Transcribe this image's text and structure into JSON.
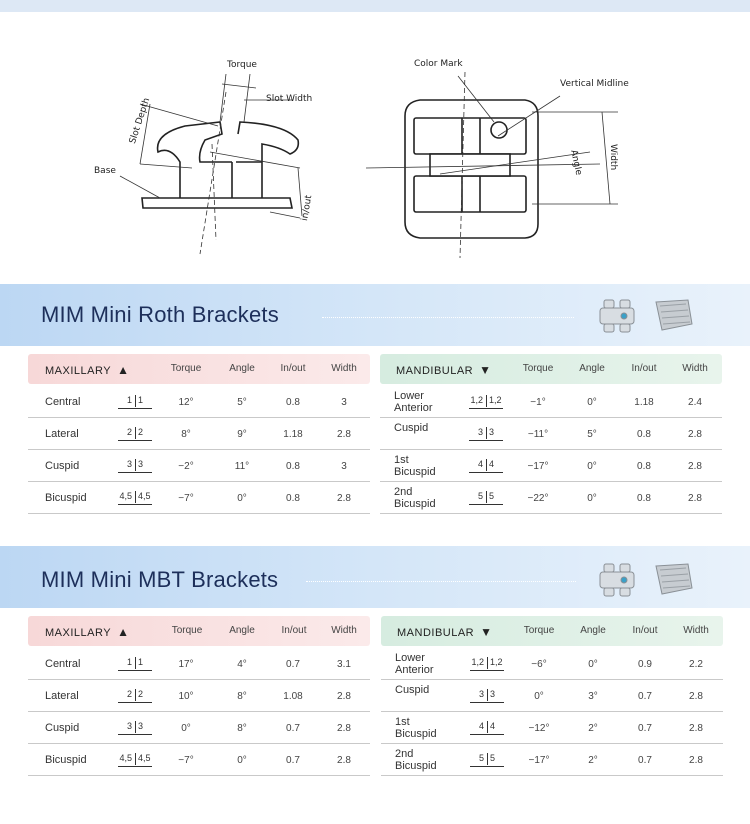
{
  "diagram_left": {
    "labels": {
      "torque": "Torque",
      "slot_width": "Slot Width",
      "slot_depth": "Slot Depth",
      "base": "Base",
      "in_out": "in/out"
    }
  },
  "diagram_right": {
    "labels": {
      "color_mark": "Color Mark",
      "vertical_midline": "Vertical Midline",
      "angle": "Angle",
      "width": "Width"
    }
  },
  "sections": [
    {
      "title": "MIM Mini Roth Brackets",
      "maxillary": {
        "title": "MAXILLARY",
        "columns": [
          "Torque",
          "Angle",
          "In/out",
          "Width"
        ],
        "rows": [
          {
            "name": "Central",
            "tooth_l": "1",
            "tooth_r": "1",
            "torque": "12°",
            "angle": "5°",
            "inout": "0.8",
            "width": "3"
          },
          {
            "name": "Lateral",
            "tooth_l": "2",
            "tooth_r": "2",
            "torque": "8°",
            "angle": "9°",
            "inout": "1.18",
            "width": "2.8"
          },
          {
            "name": "Cuspid",
            "tooth_l": "3",
            "tooth_r": "3",
            "torque": "−2°",
            "angle": "11°",
            "inout": "0.8",
            "width": "3"
          },
          {
            "name": "Bicuspid",
            "tooth_l": "4,5",
            "tooth_r": "4,5",
            "torque": "−7°",
            "angle": "0°",
            "inout": "0.8",
            "width": "2.8"
          }
        ]
      },
      "mandibular": {
        "title": "MANDIBULAR",
        "columns": [
          "Torque",
          "Angle",
          "In/out",
          "Width"
        ],
        "rows": [
          {
            "name1": "Lower",
            "name2": "Anterior",
            "tooth_l": "1,2",
            "tooth_r": "1,2",
            "torque": "−1°",
            "angle": "0°",
            "inout": "1.18",
            "width": "2.4"
          },
          {
            "name1": "Cuspid",
            "name2": "",
            "tooth_l": "3",
            "tooth_r": "3",
            "torque": "−11°",
            "angle": "5°",
            "inout": "0.8",
            "width": "2.8"
          },
          {
            "name1": "1st",
            "name2": "Bicuspid",
            "tooth_l": "4",
            "tooth_r": "4",
            "torque": "−17°",
            "angle": "0°",
            "inout": "0.8",
            "width": "2.8"
          },
          {
            "name1": "2nd",
            "name2": "Bicuspid",
            "tooth_l": "5",
            "tooth_r": "5",
            "torque": "−22°",
            "angle": "0°",
            "inout": "0.8",
            "width": "2.8"
          }
        ]
      }
    },
    {
      "title": "MIM Mini MBT Brackets",
      "maxillary": {
        "title": "MAXILLARY",
        "columns": [
          "Torque",
          "Angle",
          "In/out",
          "Width"
        ],
        "rows": [
          {
            "name": "Central",
            "tooth_l": "1",
            "tooth_r": "1",
            "torque": "17°",
            "angle": "4°",
            "inout": "0.7",
            "width": "3.1"
          },
          {
            "name": "Lateral",
            "tooth_l": "2",
            "tooth_r": "2",
            "torque": "10°",
            "angle": "8°",
            "inout": "1.08",
            "width": "2.8"
          },
          {
            "name": "Cuspid",
            "tooth_l": "3",
            "tooth_r": "3",
            "torque": "0°",
            "angle": "8°",
            "inout": "0.7",
            "width": "2.8"
          },
          {
            "name": "Bicuspid",
            "tooth_l": "4,5",
            "tooth_r": "4,5",
            "torque": "−7°",
            "angle": "0°",
            "inout": "0.7",
            "width": "2.8"
          }
        ]
      },
      "mandibular": {
        "title": "MANDIBULAR",
        "columns": [
          "Torque",
          "Angle",
          "In/out",
          "Width"
        ],
        "rows": [
          {
            "name1": "Lower",
            "name2": "Anterior",
            "tooth_l": "1,2",
            "tooth_r": "1,2",
            "torque": "−6°",
            "angle": "0°",
            "inout": "0.9",
            "width": "2.2"
          },
          {
            "name1": "Cuspid",
            "name2": "",
            "tooth_l": "3",
            "tooth_r": "3",
            "torque": "0°",
            "angle": "3°",
            "inout": "0.7",
            "width": "2.8"
          },
          {
            "name1": "1st",
            "name2": "Bicuspid",
            "tooth_l": "4",
            "tooth_r": "4",
            "torque": "−12°",
            "angle": "2°",
            "inout": "0.7",
            "width": "2.8"
          },
          {
            "name1": "2nd",
            "name2": "Bicuspid",
            "tooth_l": "5",
            "tooth_r": "5",
            "torque": "−17°",
            "angle": "2°",
            "inout": "0.7",
            "width": "2.8"
          }
        ]
      }
    }
  ],
  "colors": {
    "title": "#1d2f5a",
    "maxillary_header": "#f7d8d8",
    "mandibular_header": "#d6ece0",
    "band": "#bcd7f3"
  }
}
